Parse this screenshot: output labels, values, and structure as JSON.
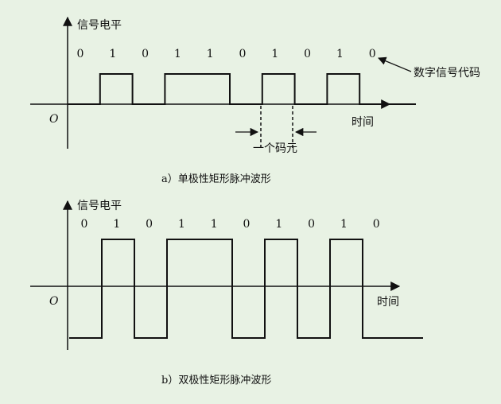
{
  "colors": {
    "background": "#e8f2e4",
    "stroke": "#111111"
  },
  "diagram_a": {
    "y_axis_label": "信号电平",
    "x_axis_label": "时间",
    "origin_label": "O",
    "bits": [
      "0",
      "1",
      "0",
      "1",
      "1",
      "0",
      "1",
      "0",
      "1",
      "0"
    ],
    "annotation": "数字信号代码",
    "unit_label": "一个码元",
    "caption": "a）单极性矩形脉冲波形"
  },
  "diagram_b": {
    "y_axis_label": "信号电平",
    "x_axis_label": "时间",
    "origin_label": "O",
    "bits": [
      "0",
      "1",
      "0",
      "1",
      "1",
      "0",
      "1",
      "0",
      "1",
      "0"
    ],
    "caption": "b）双极性矩形脉冲波形"
  }
}
